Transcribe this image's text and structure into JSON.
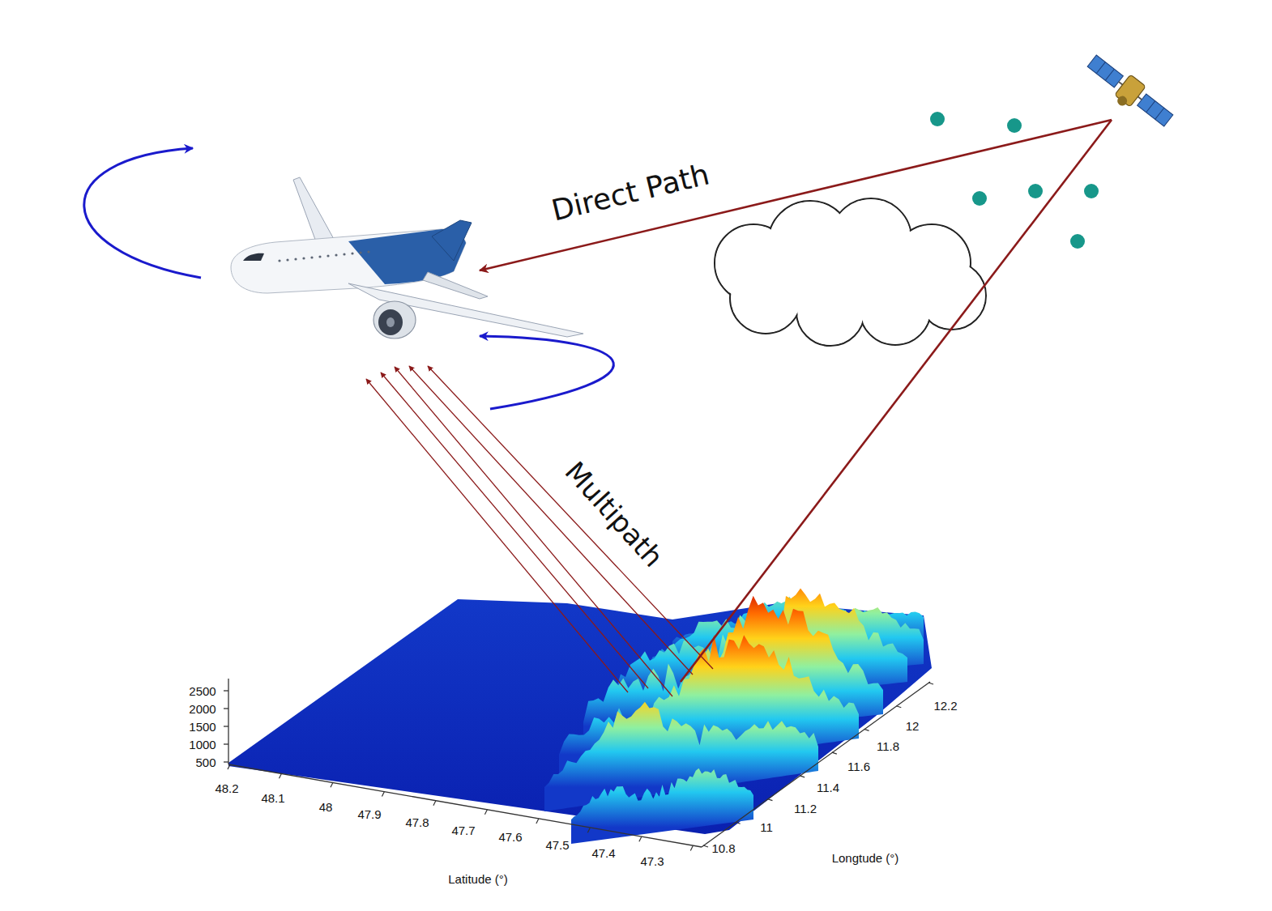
{
  "diagram": {
    "labels": [
      "Direct Path",
      "Multipath",
      "2500",
      "2000",
      "1500",
      "1000",
      "500",
      "48.2",
      "48.1",
      "48",
      "47.9",
      "47.8",
      "47.7",
      "47.6",
      "47.5",
      "47.4",
      "47.3",
      "10.8",
      "11",
      "11.2",
      "11.4",
      "11.6",
      "11.8",
      "12",
      "12.2",
      "Latitude (°)",
      "Longtude (°)"
    ]
  }
}
